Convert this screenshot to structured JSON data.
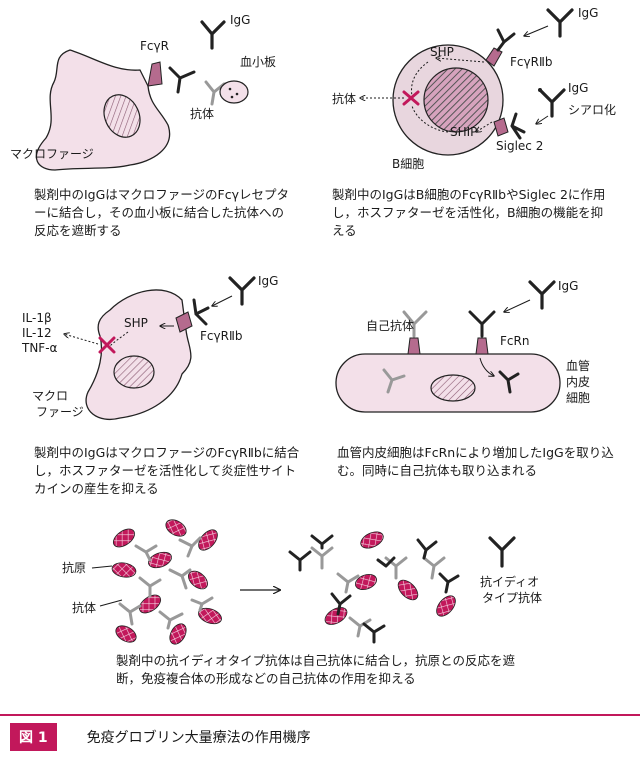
{
  "colors": {
    "cell_fill": "#f3e0e9",
    "nucleus_fill": "#d6a3bd",
    "receptor": "#b56b8e",
    "antigen": "#c2185b",
    "inhibit_mark": "#c2185b",
    "antibody": "#222222",
    "gray_antibody": "#9a9a9a",
    "accent": "#c2185b"
  },
  "panels": {
    "p1": {
      "labels": {
        "igg": "IgG",
        "fcr": "FcγR",
        "platelet": "血小板",
        "antibody": "抗体",
        "cell": "マクロファージ"
      },
      "caption": "製剤中のIgGはマクロファージのFcγレセプターに結合し，その血小板に結合した抗体への反応を遮断する"
    },
    "p2": {
      "labels": {
        "igg_top": "IgG",
        "fcr2b": "FcγRⅡb",
        "igg_bottom": "IgG",
        "sialic": "シアロ化",
        "shp": "SHP",
        "ship": "SHIP",
        "antibody": "抗体",
        "siglec": "Siglec 2",
        "cell": "B細胞"
      },
      "caption": "製剤中のIgGはB細胞のFcγRⅡbやSiglec 2に作用し，ホスファターゼを活性化，B細胞の機能を抑える"
    },
    "p3": {
      "labels": {
        "igg": "IgG",
        "il1": "IL-1β",
        "il12": "IL-12",
        "tnf": "TNF-α",
        "shp": "SHP",
        "fcr2b": "FcγRⅡb",
        "cell_line1": "マクロ",
        "cell_line2": "ファージ"
      },
      "caption": "製剤中のIgGはマクロファージのFcγRⅡbに結合し，ホスファターゼを活性化して炎症性サイトカインの産生を抑える"
    },
    "p4": {
      "labels": {
        "igg": "IgG",
        "autoantibody": "自己抗体",
        "fcrn": "FcRn",
        "vessel_line1": "血管",
        "vessel_line2": "内皮",
        "vessel_line3": "細胞"
      },
      "caption": "血管内皮細胞はFcRnにより増加したIgGを取り込む。同時に自己抗体も取り込まれる"
    },
    "p5": {
      "labels": {
        "antigen": "抗原",
        "antibody": "抗体",
        "anti_idio_line1": "抗イディオ",
        "anti_idio_line2": "タイプ抗体"
      },
      "caption": "製剤中の抗イディオタイプ抗体は自己抗体に結合し，抗原との反応を遮断，免疫複合体の形成などの自己抗体の作用を抑える"
    }
  },
  "figure": {
    "number": "図 1",
    "title": "免疫グロブリン大量療法の作用機序"
  }
}
